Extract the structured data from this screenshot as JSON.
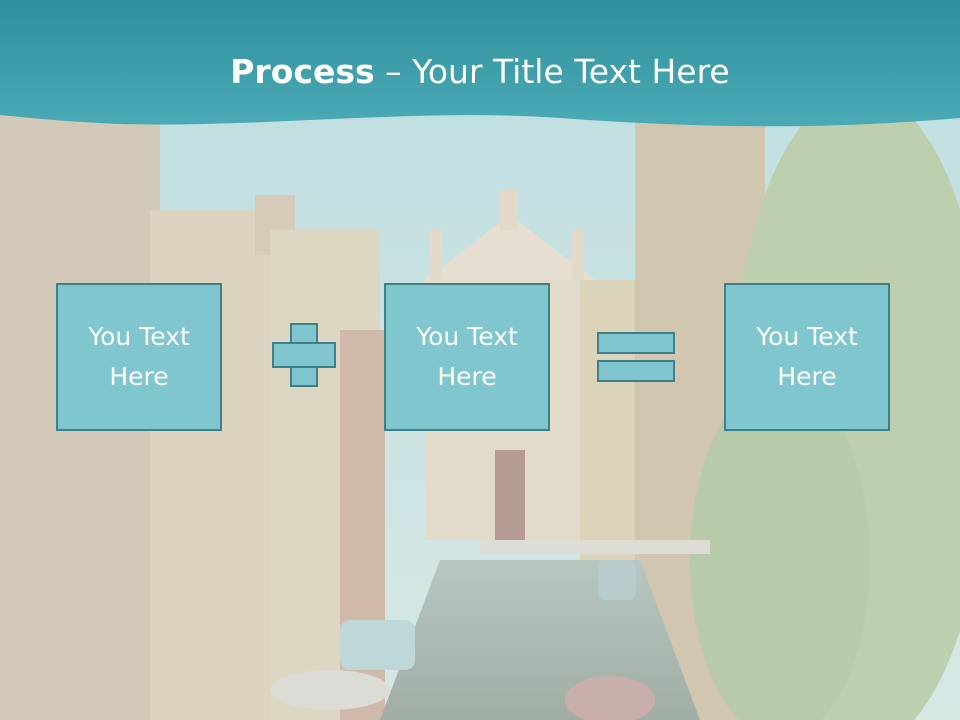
{
  "slide": {
    "title_bold": "Process",
    "title_rest": " – Your Title Text Here",
    "boxes": [
      "You Text Here",
      "You Text Here",
      "You Text Here"
    ],
    "operators": [
      "plus",
      "equals"
    ]
  },
  "colors": {
    "banner": "#3a9aa6",
    "box_fill": "#7fc6cf",
    "box_border": "#3f7f87",
    "text": "#ffffff"
  }
}
